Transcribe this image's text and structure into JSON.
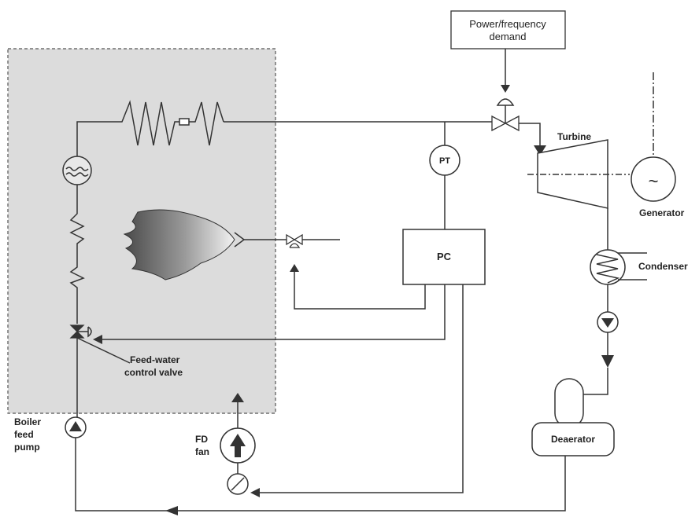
{
  "labels": {
    "demand_line1": "Power/frequency",
    "demand_line2": "demand",
    "turbine": "Turbine",
    "generator": "Generator",
    "generator_symbol": "~",
    "condenser": "Condenser",
    "pt": "PT",
    "pc": "PC",
    "deaerator": "Deaerator",
    "fw_valve_line1": "Feed-water",
    "fw_valve_line2": "control valve",
    "boiler_pump_line1": "Boiler",
    "boiler_pump_line2": "feed",
    "boiler_pump_line3": "pump",
    "fd_fan_line1": "FD",
    "fd_fan_line2": "fan"
  },
  "colors": {
    "line": "#333333",
    "boiler_enclosure": "#dcdcdc",
    "flame_dark": "#4a4a4a",
    "flame_light": "#f2f2f2",
    "box_fill": "#ffffff"
  }
}
